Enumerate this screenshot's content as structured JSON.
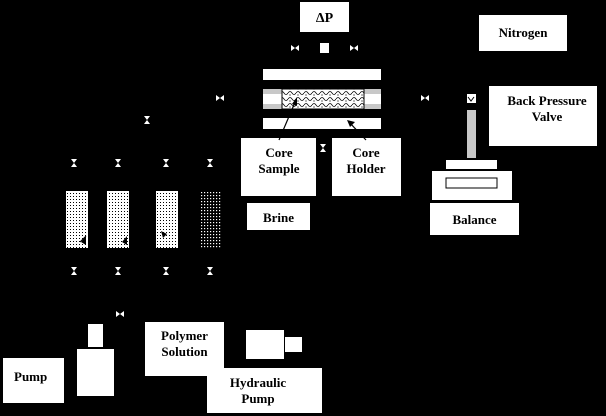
{
  "labels": {
    "delta_p": "ΔP",
    "nitrogen": "Nitrogen",
    "back_pressure_line1": "Back Pressure",
    "back_pressure_line2": "Valve",
    "core_sample_line1": "Core",
    "core_sample_line2": "Sample",
    "core_holder_line1": "Core",
    "core_holder_line2": "Holder",
    "brine": "Brine",
    "balance": "Balance",
    "polymer_line1": "Polymer",
    "polymer_line2": "Solution",
    "pump": "Pump",
    "hydraulic_line1": "Hydraulic",
    "hydraulic_line2": "Pump"
  },
  "colors": {
    "background": "#000000",
    "box_fill": "#ffffff",
    "core_band": "#c8c8c8",
    "stroke": "#000000"
  }
}
